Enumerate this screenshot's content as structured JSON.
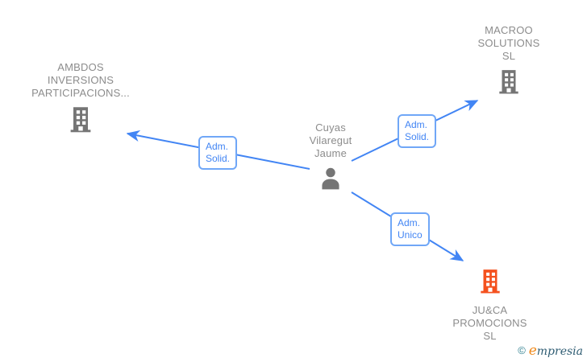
{
  "diagram": {
    "person": {
      "name_lines": [
        "Cuyas",
        "Vilaregut",
        "Jaume"
      ]
    },
    "companies": [
      {
        "name_lines": [
          "AMBDOS",
          "INVERSIONS",
          "PARTICIPACIONS..."
        ],
        "icon_color": "gray"
      },
      {
        "name_lines": [
          "MACROO",
          "SOLUTIONS",
          "SL"
        ],
        "icon_color": "gray"
      },
      {
        "name_lines": [
          "JU&CA",
          "PROMOCIONS",
          "SL"
        ],
        "icon_color": "orange"
      }
    ],
    "edge_labels": [
      {
        "lines": [
          "Adm.",
          "Solid."
        ]
      },
      {
        "lines": [
          "Adm.",
          "Solid."
        ]
      },
      {
        "lines": [
          "Adm.",
          "Unico"
        ]
      }
    ]
  },
  "watermark": {
    "copyright": "©",
    "brand_lead": "e",
    "brand_rest": "mpresia"
  },
  "colors": {
    "edge": "#4285f4",
    "label_border": "#70a7f7",
    "label_text": "#4285f4",
    "node_text": "#8c8c8c",
    "icon_gray": "#757575",
    "icon_orange": "#f4511e",
    "wm_teal": "#2e7f8f",
    "wm_orange": "#ef8a1d",
    "wm_dark": "#2f5d73"
  }
}
